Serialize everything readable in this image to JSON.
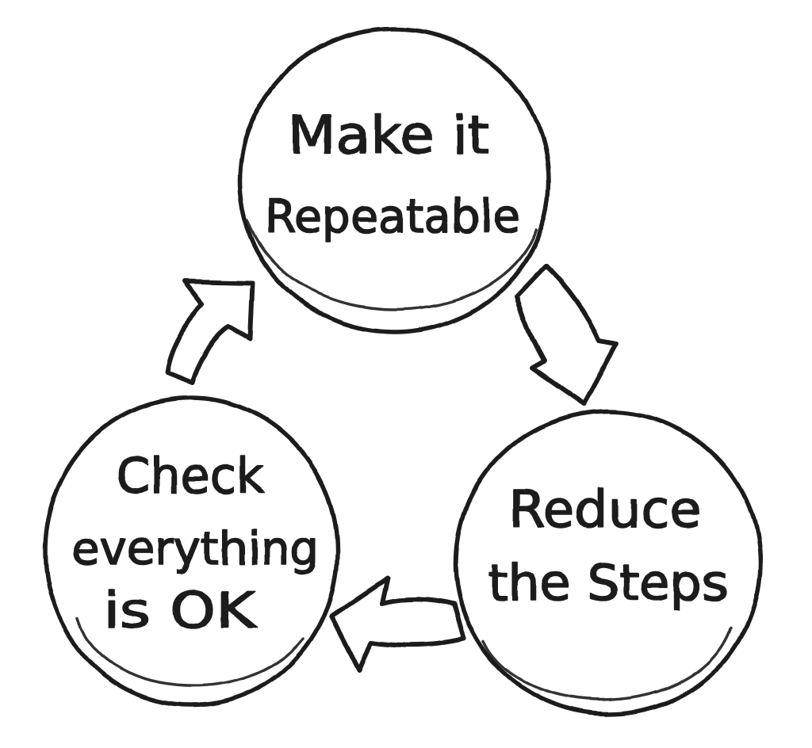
{
  "diagram": {
    "type": "cycle",
    "style": "hand-drawn sketch, black marker on white",
    "background_color": "#ffffff",
    "ink_color": "#1d1d1d",
    "nodes": [
      {
        "id": "make-it-repeatable",
        "position": "top",
        "lines": [
          "Make it",
          "Repeatable"
        ]
      },
      {
        "id": "reduce-the-steps",
        "position": "bottom-right",
        "lines": [
          "Reduce",
          "the Steps"
        ]
      },
      {
        "id": "check-everything-is-ok",
        "position": "bottom-left",
        "lines": [
          "Check",
          "everything",
          "is OK"
        ]
      }
    ],
    "edges": [
      {
        "from": "make-it-repeatable",
        "to": "reduce-the-steps",
        "shape": "hollow curved arrow",
        "direction": "down-right"
      },
      {
        "from": "reduce-the-steps",
        "to": "check-everything-is-ok",
        "shape": "hollow arrow",
        "direction": "left"
      },
      {
        "from": "check-everything-is-ok",
        "to": "make-it-repeatable",
        "shape": "hollow curved arrow",
        "direction": "up-right"
      }
    ]
  }
}
